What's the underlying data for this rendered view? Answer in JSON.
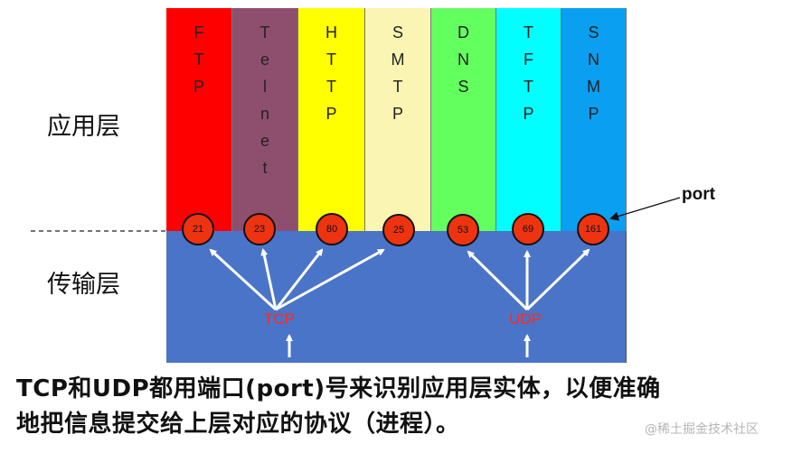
{
  "layers": {
    "application": "应用层",
    "transport": "传输层"
  },
  "protocols": [
    {
      "letters": [
        "F",
        "T",
        "P"
      ],
      "color": "#ff0000",
      "port": "21"
    },
    {
      "letters": [
        "T",
        "e",
        "l",
        "n",
        "e",
        "t"
      ],
      "color": "#8e4f6e",
      "port": "23"
    },
    {
      "letters": [
        "H",
        "T",
        "T",
        "P"
      ],
      "color": "#ffff00",
      "port": "80"
    },
    {
      "letters": [
        "S",
        "M",
        "T",
        "P"
      ],
      "color": "#fbf5b4",
      "port": "25"
    },
    {
      "letters": [
        "D",
        "N",
        "S"
      ],
      "color": "#63ff5f",
      "port": "53"
    },
    {
      "letters": [
        "T",
        "F",
        "T",
        "P"
      ],
      "color": "#00ffff",
      "port": "69"
    },
    {
      "letters": [
        "S",
        "N",
        "M",
        "P"
      ],
      "color": "#0a9ff0",
      "port": "161"
    }
  ],
  "transport_protocols": {
    "tcp": "TCP",
    "udp": "UDP"
  },
  "port_label": "port",
  "caption": {
    "line1": "TCP和UDP都用端口(port)号来识别应用层实体，以便准确",
    "line2": "地把信息提交给上层对应的协议（进程）。"
  },
  "watermark": "@稀土掘金技术社区"
}
